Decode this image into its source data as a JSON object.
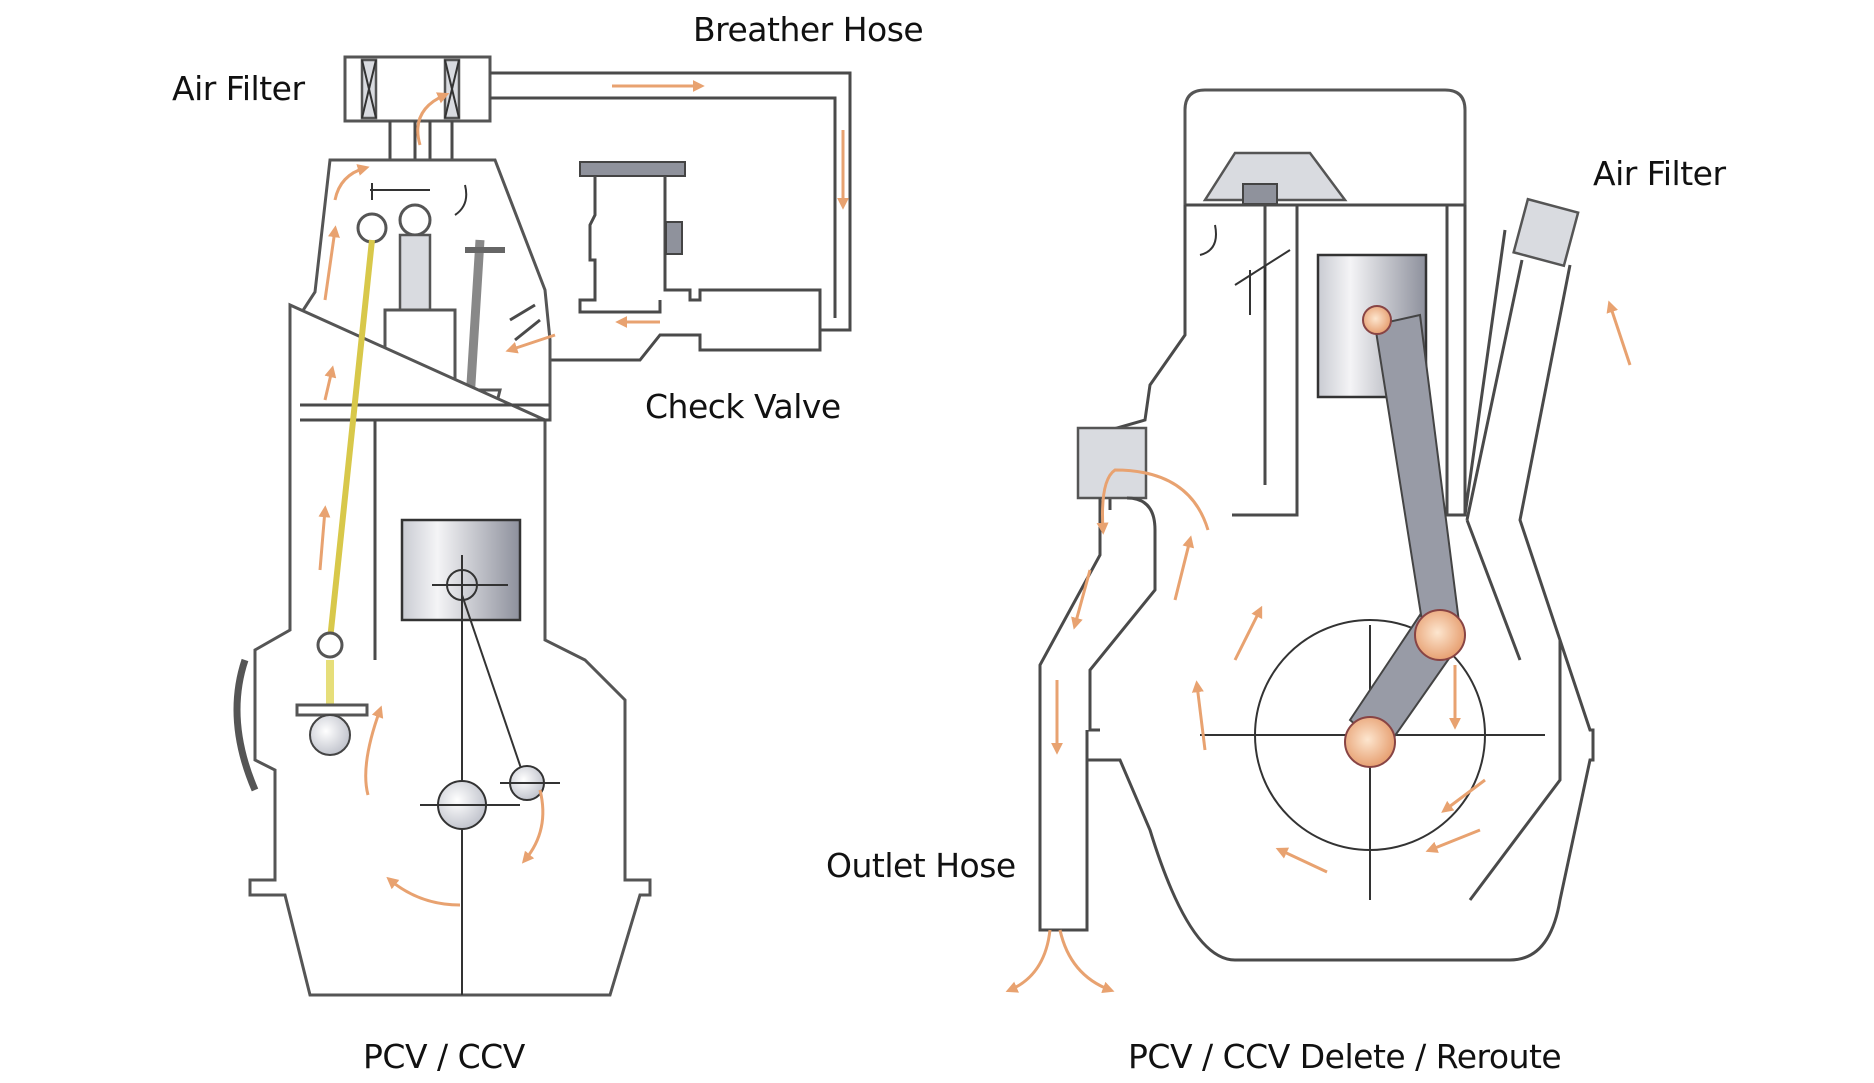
{
  "labels": {
    "breather_hose": "Breather Hose",
    "air_filter_left": "Air Filter",
    "check_valve": "Check Valve",
    "air_filter_right": "Air Filter",
    "outlet_hose": "Outlet Hose",
    "caption_left": "PCV / CCV",
    "caption_right": "PCV / CCV Delete / Reroute"
  },
  "colors": {
    "line": "#4a4a4a",
    "flow_arrow": "#e8a270",
    "pushrod": "#d8c84a",
    "bearing": "#f0b48a",
    "metal": "#d9dbe0"
  }
}
